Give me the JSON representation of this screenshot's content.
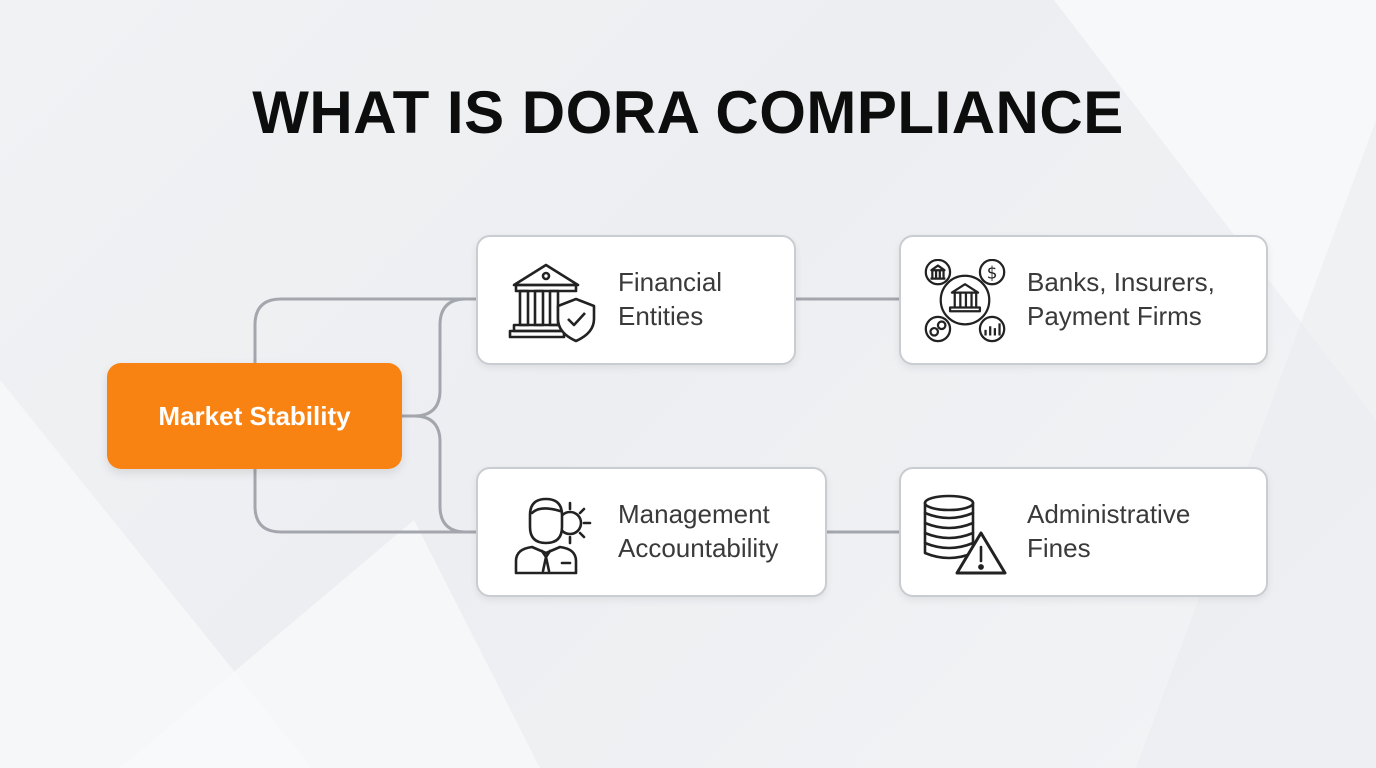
{
  "title": "WHAT IS DORA COMPLIANCE",
  "root": {
    "label": "Market Stability"
  },
  "nodes": {
    "financial_entities": {
      "line1": "Financial",
      "line2": "Entities",
      "icon": "bank-shield-icon"
    },
    "banks": {
      "line1": "Banks, Insurers,",
      "line2": "Payment Firms",
      "icon": "financial-network-icon"
    },
    "management": {
      "line1": "Management",
      "line2": "Accountability",
      "icon": "manager-gear-icon"
    },
    "fines": {
      "line1": "Administrative",
      "line2": "Fines",
      "icon": "coins-warning-icon"
    }
  },
  "colors": {
    "accent": "#f98312",
    "connector": "#a3a7ad",
    "card_border": "#c9ccd1",
    "title": "#0d0d0d"
  }
}
